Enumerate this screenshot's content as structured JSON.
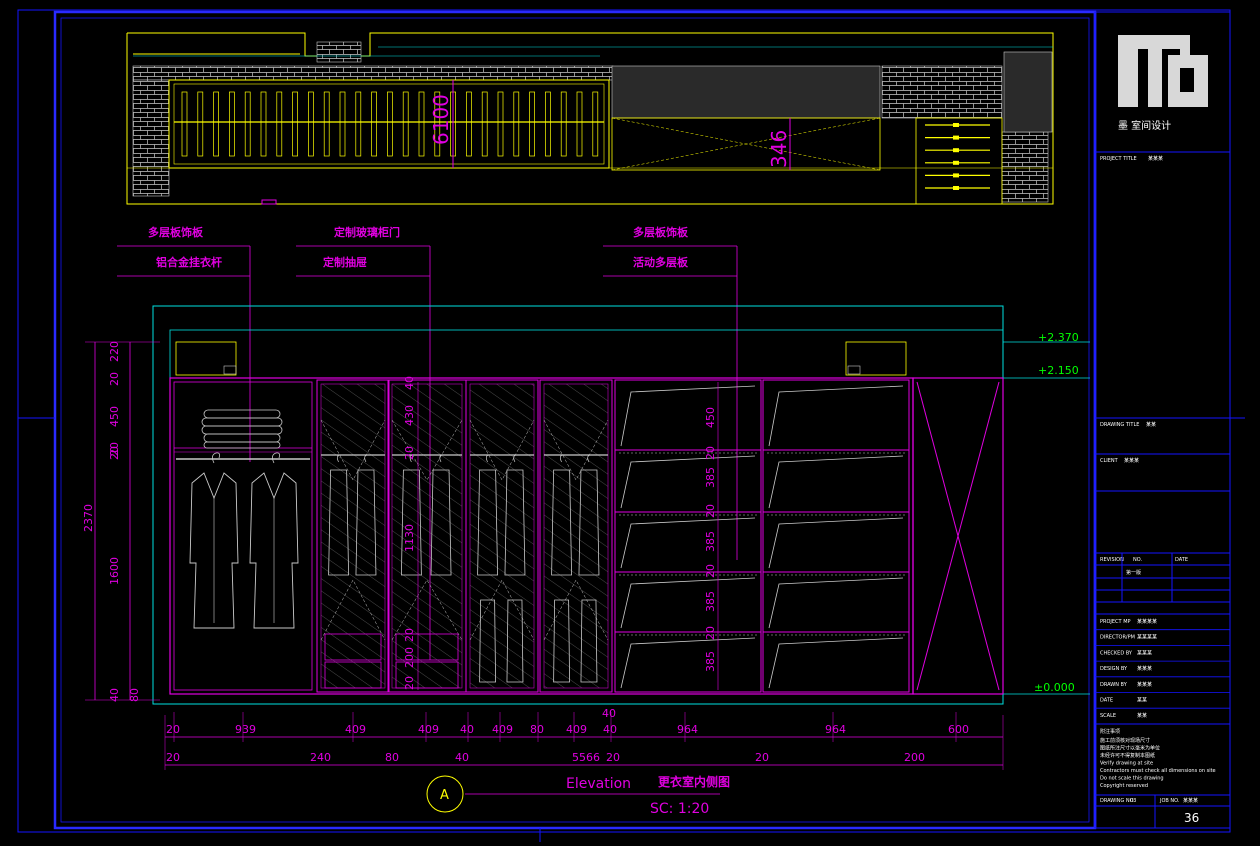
{
  "brand": {
    "logo_name": "brand-logo",
    "name": "墨  室间设计"
  },
  "plan": {
    "dim_width": "6100",
    "dim_height": "346"
  },
  "labels": {
    "board_left": "多层板饰板",
    "rod": "铝合金挂衣杆",
    "glass_door": "定制玻璃柜门",
    "drawer": "定制抽屉",
    "board_right": "多层板饰板",
    "shelf": "活动多层板"
  },
  "levels": {
    "top": "+2.370",
    "mid": "+2.150",
    "floor": "±0.000"
  },
  "dims_bottom_1": [
    "20",
    "939",
    "409",
    "409",
    "40",
    "409",
    "80",
    "409",
    "40",
    "964",
    "964",
    "600"
  ],
  "dims_bottom_2": [
    "20",
    "240",
    "80",
    "40",
    "5566",
    "20",
    "20",
    "200"
  ],
  "dims_left": [
    "20",
    "220",
    "20",
    "450",
    "20",
    "1600",
    "2370",
    "40",
    "80"
  ],
  "dims_inner": [
    "450",
    "20",
    "385",
    "20",
    "385",
    "20",
    "385",
    "20",
    "385",
    "430",
    "20",
    "1130",
    "20",
    "200",
    "20",
    "40"
  ],
  "title": {
    "marker": "A",
    "name": "Elevation",
    "cn": "更衣室内侧图",
    "scale": "SC:  1:20"
  },
  "titleblock": {
    "project_title": "PROJECT TITLE",
    "project_val": "某某某",
    "drawing_title": "DRAWING TITLE",
    "drawing_val": "某某",
    "client": "CLIENT",
    "client_val": "某某某",
    "revision": "REVISION",
    "revision_no": "NO.",
    "date": "DATE",
    "rev_val": "第一版",
    "r1": "PROJECT MP",
    "r1v": "某某某某",
    "r2": "DIRECTOR/PM",
    "r2v": "某某某某",
    "r3": "CHECKED BY",
    "r3v": "某某某",
    "r4": "DESIGN BY",
    "r4v": "某某某",
    "r5": "DRAWN BY",
    "r5v": "某某某",
    "r6": "DATE",
    "r6v": "某某",
    "r7": "SCALE",
    "r7v": "某某",
    "notes_title": "附注事项",
    "notes": [
      "施工前须核对现场尺寸",
      "图纸所注尺寸以毫米为单位",
      "未经许可不得复制本图纸",
      "Verify drawing at site",
      "Contractors must check all dimensions on site",
      "Do not scale this drawing",
      "Copyright reserved"
    ],
    "drawing_no_label": "DRAWING NO.",
    "drawing_no_val": "03",
    "job_no_label": "JOB NO.",
    "job_no_val": "某某某",
    "sheet": "36"
  }
}
